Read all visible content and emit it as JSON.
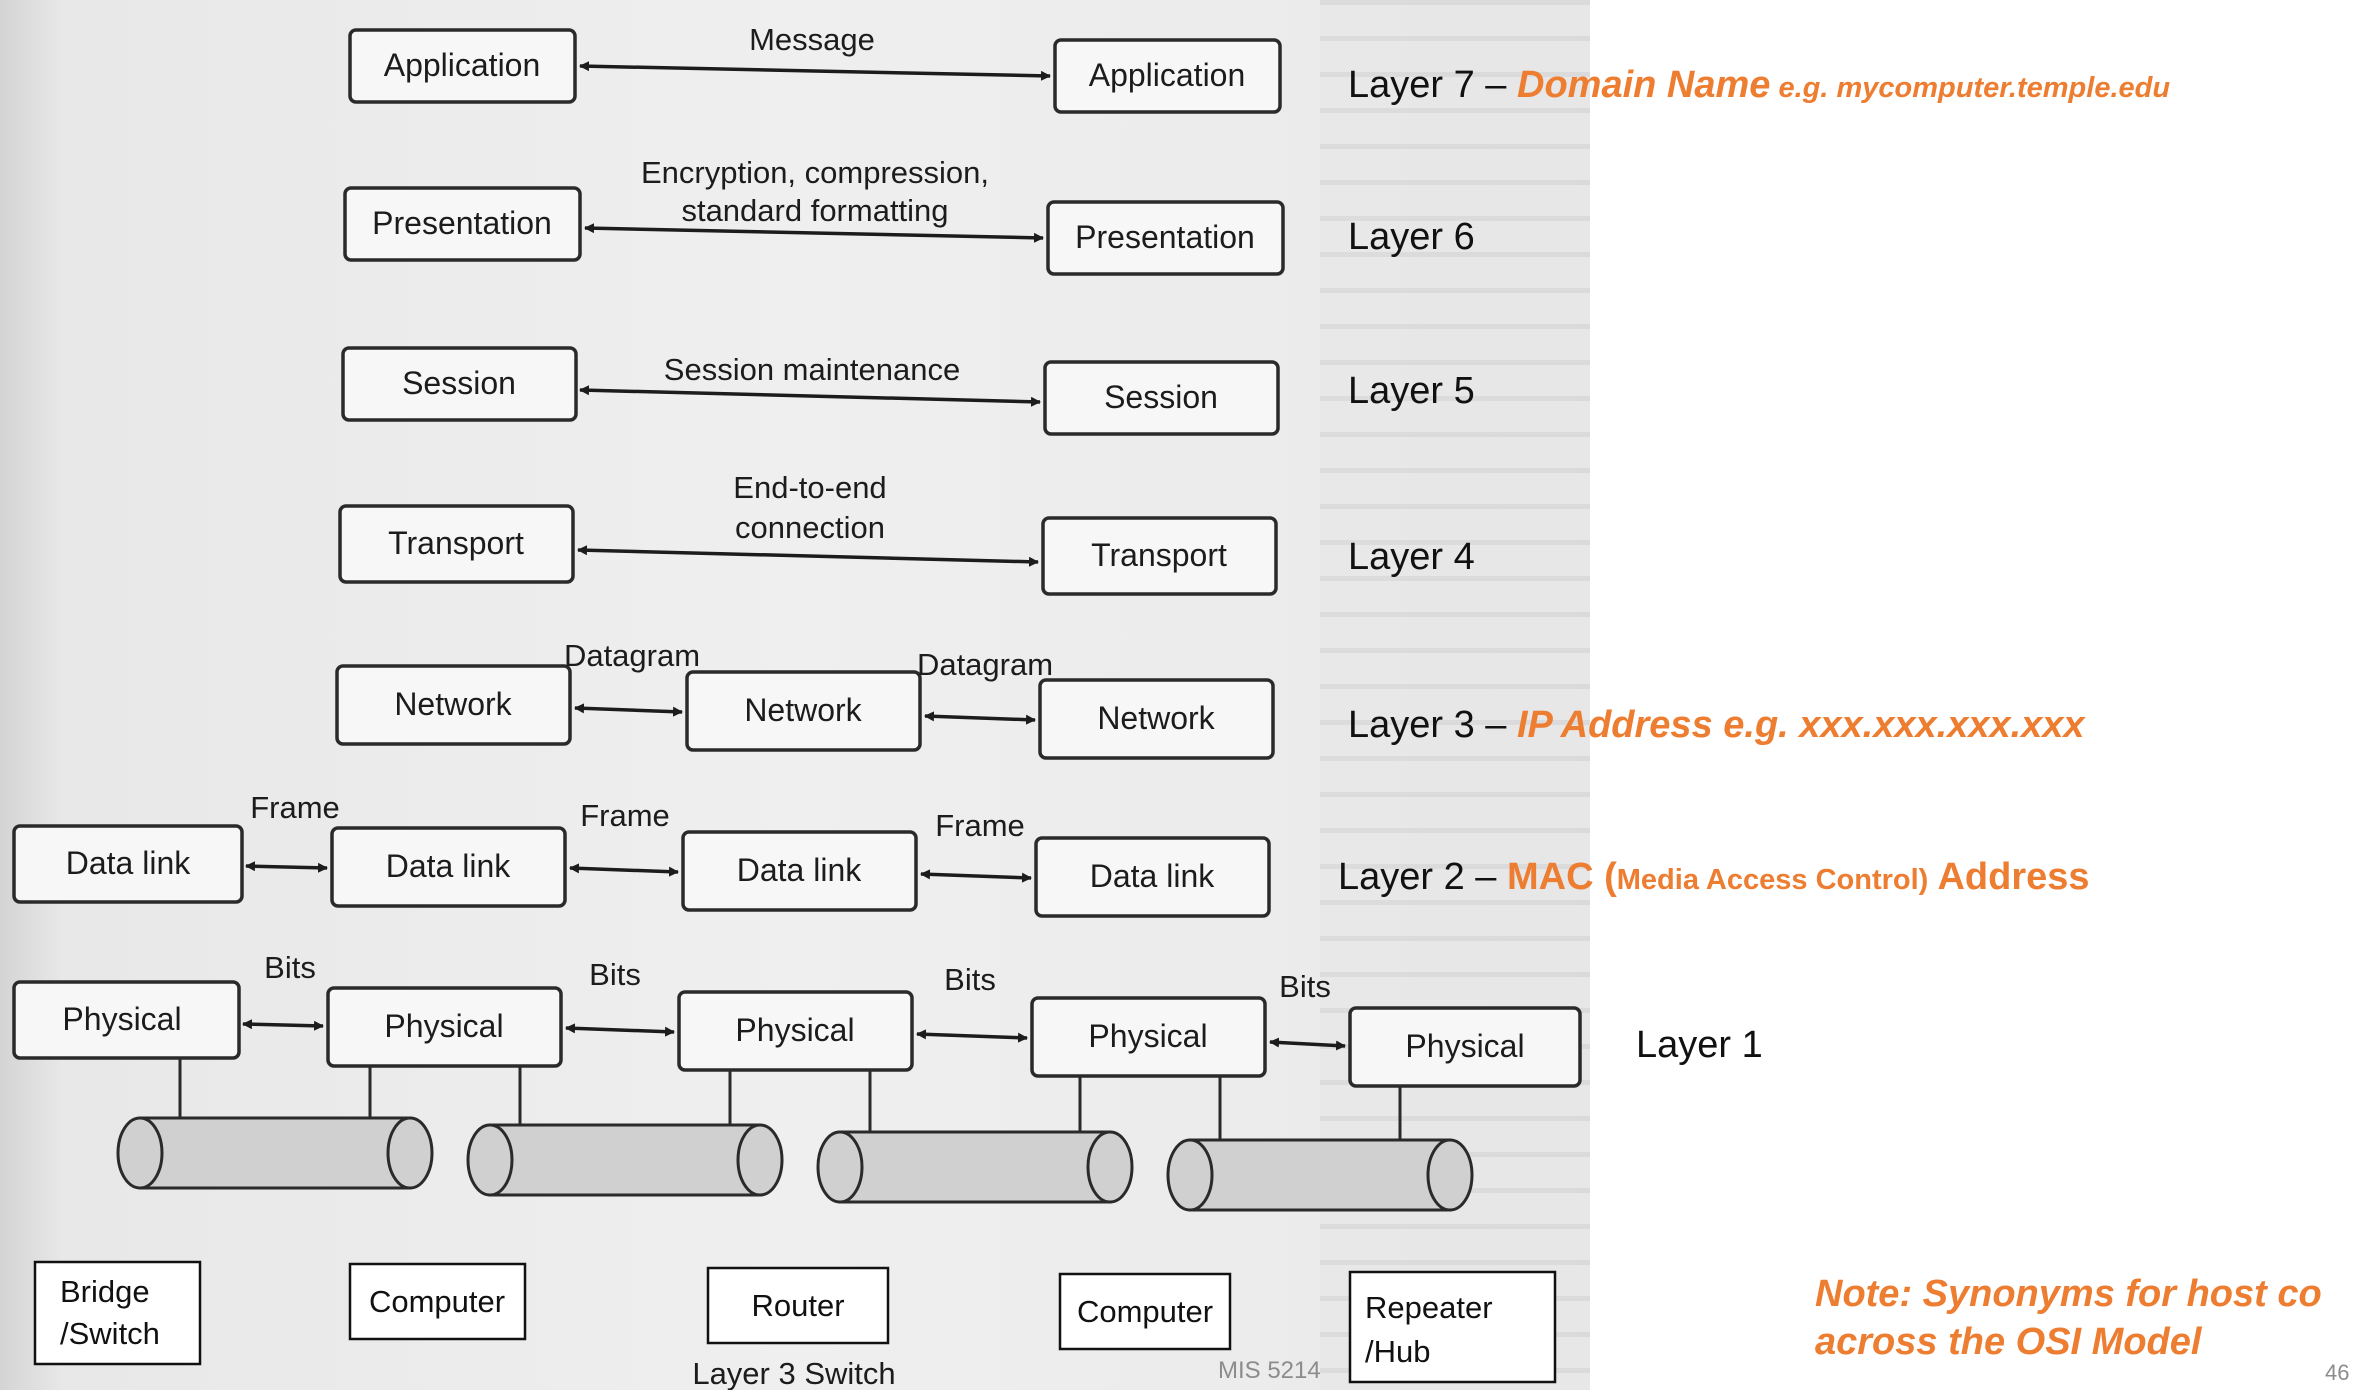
{
  "diagram": {
    "osi_layers": {
      "application": "Application",
      "presentation": "Presentation",
      "session": "Session",
      "transport": "Transport",
      "network": "Network",
      "datalink": "Data link",
      "physical": "Physical"
    },
    "connectors": {
      "message": "Message",
      "encryption_line1": "Encryption, compression,",
      "encryption_line2": "standard formatting",
      "session_maintenance": "Session maintenance",
      "end_to_end_line1": "End-to-end",
      "end_to_end_line2": "connection",
      "datagram": "Datagram",
      "frame": "Frame",
      "bits": "Bits"
    },
    "devices": {
      "bridge_line1": "Bridge",
      "bridge_line2": "/Switch",
      "computer": "Computer",
      "router": "Router",
      "repeater_line1": "Repeater",
      "repeater_line2": "/Hub",
      "layer3_switch": "Layer 3 Switch"
    }
  },
  "annotations": {
    "layer7": {
      "label": "Layer 7 – ",
      "highlight": "Domain Name",
      "example": " e.g. mycomputer.temple.edu"
    },
    "layer6": {
      "label": "Layer 6"
    },
    "layer5": {
      "label": "Layer 5"
    },
    "layer4": {
      "label": "Layer 4"
    },
    "layer3": {
      "label": "Layer 3 – ",
      "highlight": "IP Address e.g.  xxx.xxx.xxx.xxx"
    },
    "layer2": {
      "label": "Layer 2 – ",
      "highlight_start": "MAC (",
      "highlight_small": "Media Access Control)",
      "highlight_end": " Address"
    },
    "layer1": {
      "label": "Layer 1"
    }
  },
  "note": {
    "line1": "Note: Synonyms for host co",
    "line2": "across the OSI Model"
  },
  "footer": {
    "course": "MIS 5214",
    "slide_number": "46"
  },
  "colors": {
    "accent": "#ed7d31",
    "text": "#111111",
    "scan_background": "#efefef"
  }
}
